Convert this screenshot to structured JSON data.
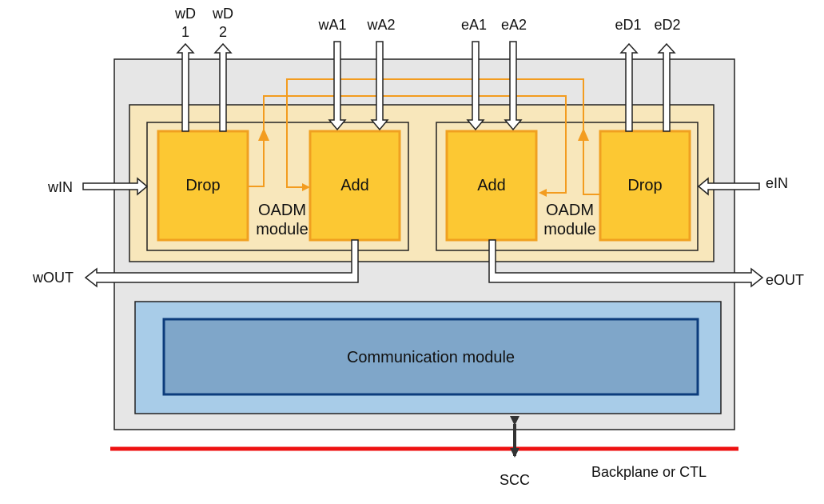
{
  "ports": {
    "wD1": "wD\n1",
    "wD2": "wD\n2",
    "wA1": "wA1",
    "wA2": "wA2",
    "eA1": "eA1",
    "eA2": "eA2",
    "eD1": "eD1",
    "eD2": "eD2",
    "wIN": "wIN",
    "eIN": "eIN",
    "wOUT": "wOUT",
    "eOUT": "eOUT",
    "scc": "SCC"
  },
  "blocks": {
    "west_drop": "Drop",
    "west_add": "Add",
    "east_add": "Add",
    "east_drop": "Drop",
    "west_oadm": "OADM\nmodule",
    "east_oadm": "OADM\nmodule",
    "communication": "Communication module"
  },
  "backplane_label": "Backplane or CTL",
  "colors": {
    "chassis": "#e6e6e6",
    "oadm_area": "#f8e7bb",
    "block_fill": "#fcc833",
    "block_border": "#f0a020",
    "orange_line": "#f39c1f",
    "comm_outer": "#a8cce8",
    "comm_inner": "#7fa6c9",
    "comm_border": "#0c3c7c",
    "backplane": "#ee1111",
    "scc_arrow": "#333333"
  }
}
